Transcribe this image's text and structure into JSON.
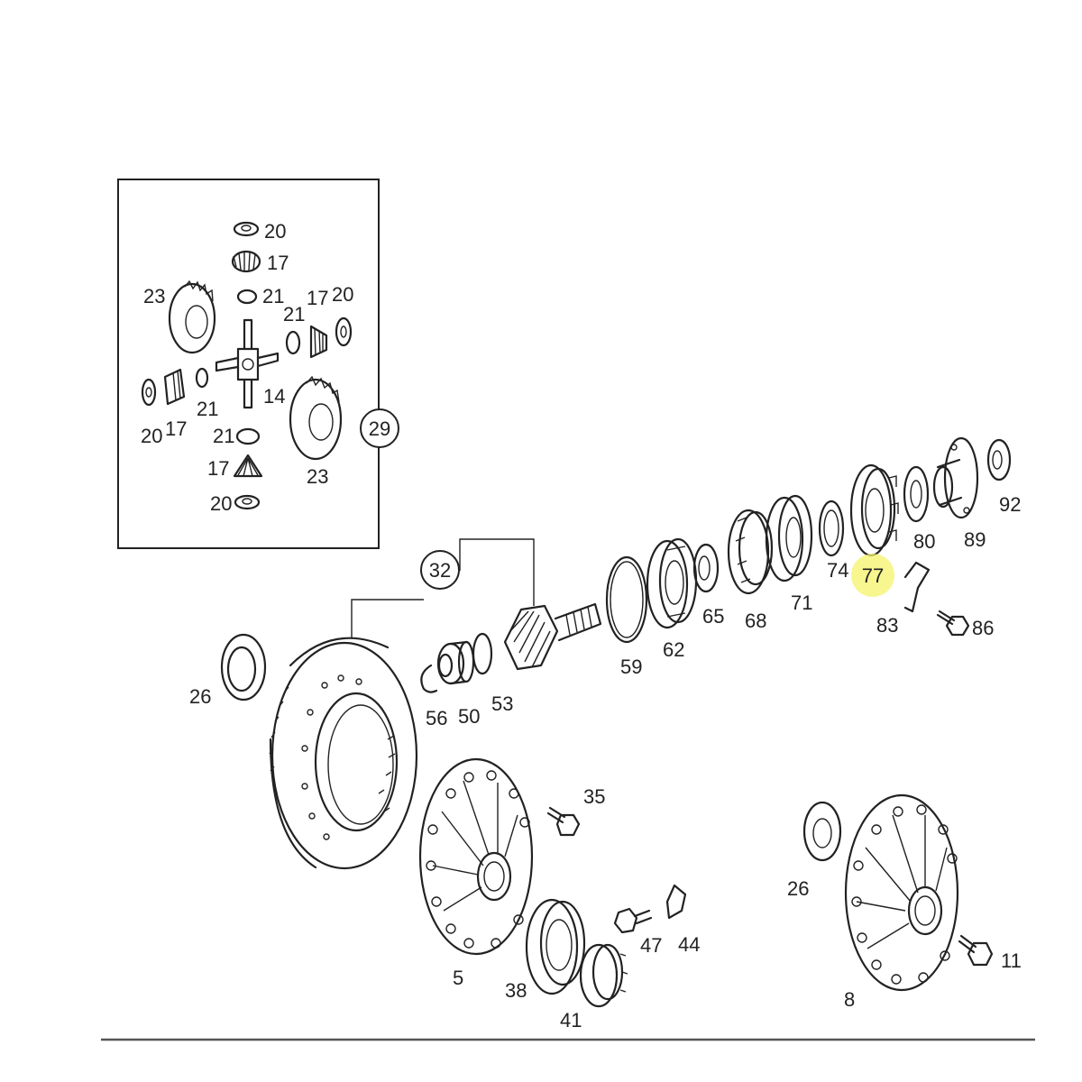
{
  "labels": {
    "inset_20a": "20",
    "inset_17a": "17",
    "inset_23a": "23",
    "inset_21a": "21",
    "inset_17b": "17",
    "inset_20b": "20",
    "inset_21b": "21",
    "inset_14": "14",
    "inset_21c": "21",
    "inset_20c": "20",
    "inset_17c": "17",
    "inset_21d": "21",
    "inset_17d": "17",
    "inset_23b": "23",
    "inset_20d": "20",
    "p29": "29",
    "p32": "32",
    "p26a": "26",
    "p56": "56",
    "p50": "50",
    "p53": "53",
    "p59": "59",
    "p62": "62",
    "p65": "65",
    "p68": "68",
    "p71": "71",
    "p74": "74",
    "p77": "77",
    "p80": "80",
    "p89": "89",
    "p92": "92",
    "p83": "83",
    "p86": "86",
    "p35": "35",
    "p5": "5",
    "p38": "38",
    "p41": "41",
    "p47": "47",
    "p44": "44",
    "p26b": "26",
    "p8": "8",
    "p11": "11"
  },
  "highlight": {
    "part": "77",
    "color": "#f6f36a"
  }
}
